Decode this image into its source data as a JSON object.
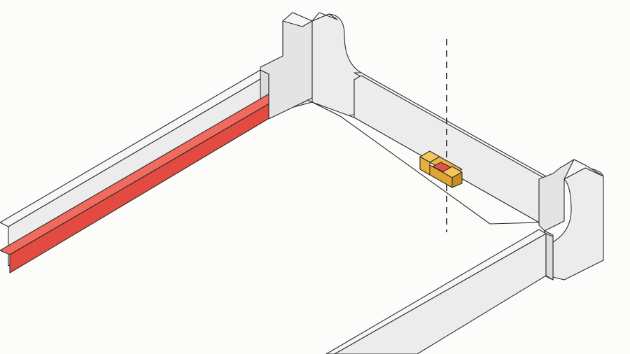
{
  "diagram": {
    "type": "isometric-furniture-detail",
    "colors": {
      "background": "#fcfcfa",
      "wood_light": "#ececec",
      "wood_top": "#f6f6f6",
      "wood_shade": "#dcdcdc",
      "rail_top": "#f16a5e",
      "rail_side": "#e34b40",
      "bracket_top": "#f3c55a",
      "bracket_side": "#dfa534",
      "bracket_inner": "#e8503f",
      "outline": "#2b2b2b",
      "axis_line": "#1a1a1a"
    },
    "parts": [
      {
        "id": "left-side-board",
        "color": "wood_light"
      },
      {
        "id": "red-slat-rail",
        "color": "rail_side"
      },
      {
        "id": "back-left-post",
        "color": "wood_light"
      },
      {
        "id": "back-board",
        "color": "wood_light"
      },
      {
        "id": "back-right-post",
        "color": "wood_light"
      },
      {
        "id": "right-side-board",
        "color": "wood_light"
      },
      {
        "id": "slat-bracket",
        "color": "bracket_top"
      },
      {
        "id": "center-axis",
        "style": "dashed"
      }
    ]
  }
}
